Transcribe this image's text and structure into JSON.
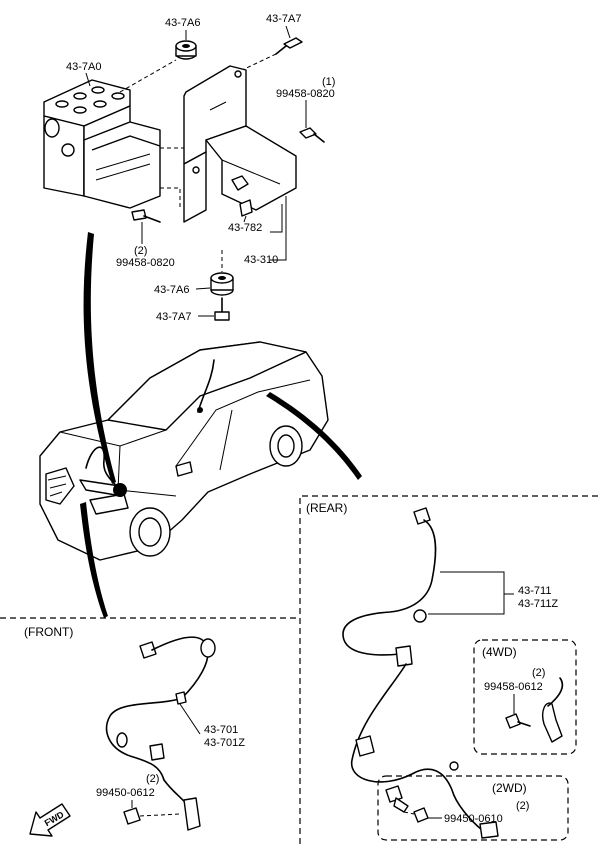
{
  "labels": {
    "hu_unit": "43-7A0",
    "a6_top": "43-7A6",
    "a7_top": "43-7A7",
    "bolt_top_qty": "(1)",
    "bolt_top": "99458-0820",
    "bolt_left_qty": "(2)",
    "bolt_left": "99458-0820",
    "clip": "43-782",
    "bracket": "43-310",
    "a6_mid": "43-7A6",
    "a7_mid": "43-7A7",
    "rear_title": "(REAR)",
    "rear_sensor_a": "43-711",
    "rear_sensor_b": "43-711Z",
    "front_title": "(FRONT)",
    "front_sensor_a": "43-701",
    "front_sensor_b": "43-701Z",
    "front_bolt_qty": "(2)",
    "front_bolt": "99450-0612",
    "fwd_text": "FWD",
    "awd_title": "(4WD)",
    "awd_bolt_qty": "(2)",
    "awd_bolt": "99458-0612",
    "twd_title": "(2WD)",
    "twd_bolt_qty": "(2)",
    "twd_bolt": "99450-0610"
  },
  "colors": {
    "line": "#000000",
    "background": "#ffffff"
  }
}
